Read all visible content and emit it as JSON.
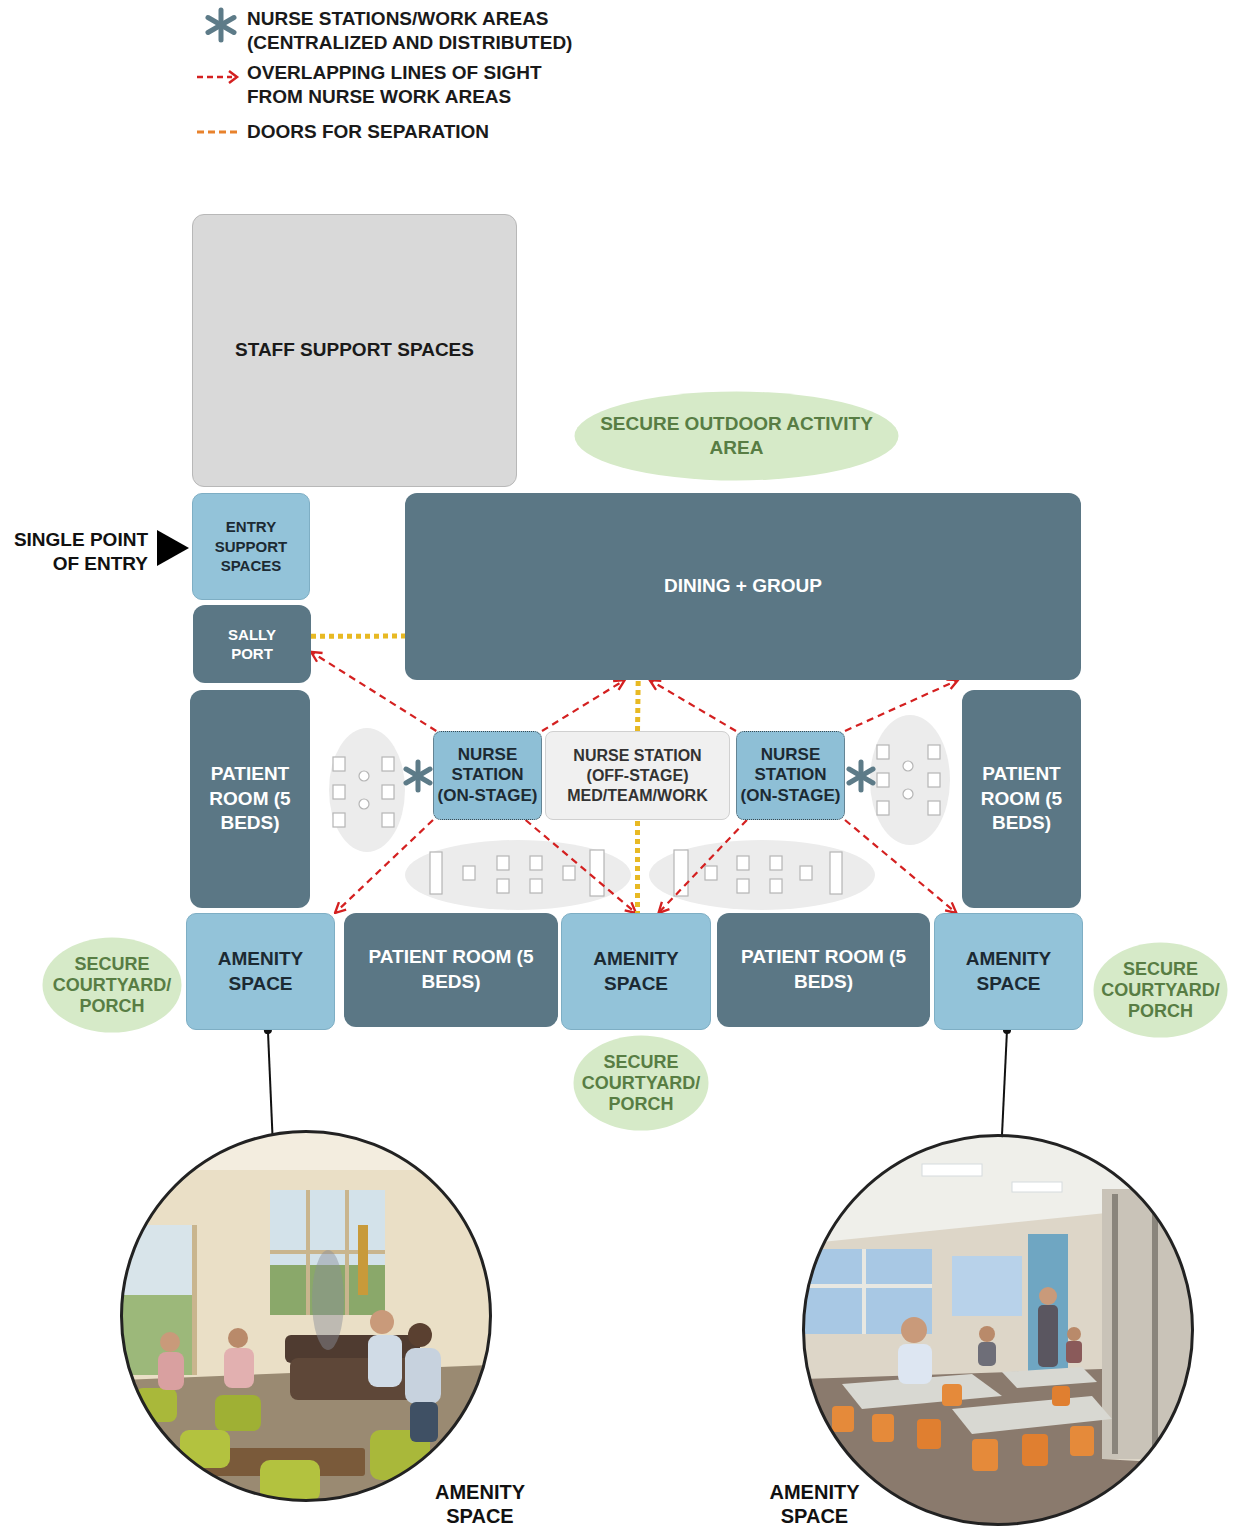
{
  "diagram": {
    "nodes": [
      {
        "text": [
          "STAFF SUPPORT SPACES"
        ]
      },
      {
        "text": [
          "SECURE OUTDOOR ACTIVITY AREA"
        ]
      },
      {
        "text": [
          "ENTRY SUPPORT SPACES"
        ]
      },
      {
        "text": [
          "DINING + GROUP"
        ]
      },
      {
        "text": [
          "SALLY PORT"
        ]
      },
      {
        "text": [
          "PATIENT ROOM (5 BEDS)"
        ]
      },
      {
        "text": [
          "NURSE STATION (ON-STAGE)"
        ]
      },
      {
        "text": [
          "NURSE STATION (OFF-STAGE) MED/TEAM/WORK"
        ]
      },
      {
        "text": [
          "NURSE STATION (ON-STAGE)"
        ]
      },
      {
        "text": [
          "PATIENT ROOM (5 BEDS)"
        ]
      },
      {
        "text": [
          "SECURE COURTYARD/ PORCH"
        ]
      },
      {
        "text": [
          "AMENITY SPACE"
        ]
      },
      {
        "text": [
          "PATIENT ROOM (5 BEDS)"
        ]
      },
      {
        "text": [
          "AMENITY SPACE"
        ]
      },
      {
        "text": [
          "PATIENT ROOM (5 BEDS)"
        ]
      },
      {
        "text": [
          "AMENITY SPACE"
        ]
      },
      {
        "text": [
          "SECURE COURTYARD/ PORCH"
        ]
      },
      {
        "text": [
          "SECURE COURTYARD/ PORCH"
        ]
      },
      {
        "text": [
          "AMENITY SPACE"
        ]
      },
      {
        "text": [
          "AMENITY SPACE"
        ]
      }
    ],
    "edges": [
      {
        "from": 6,
        "to": 4,
        "arrow": "to"
      },
      {
        "from": 6,
        "to": 3,
        "arrow": "to"
      },
      {
        "from": 8,
        "to": 3,
        "arrow": "to"
      },
      {
        "from": 8,
        "to": 3,
        "arrow": "to"
      },
      {
        "from": 6,
        "to": 11,
        "arrow": "to"
      },
      {
        "from": 6,
        "to": 13,
        "arrow": "to"
      },
      {
        "from": 8,
        "to": 13,
        "arrow": "to"
      },
      {
        "from": 8,
        "to": 15,
        "arrow": "to"
      },
      {
        "from": 4,
        "to": 3,
        "arrow": "none"
      },
      {
        "from": 7,
        "to": 3,
        "arrow": "none"
      },
      {
        "from": 7,
        "to": 13,
        "arrow": "none"
      },
      {
        "from": 11,
        "to": 18,
        "arrow": "none"
      },
      {
        "from": 15,
        "to": 19,
        "arrow": "none"
      }
    ],
    "labels": [
      "SINGLE POINT OF ENTRY"
    ],
    "legend": [
      {
        "text": "NURSE STATIONS/WORK AREAS (CENTRALIZED AND DISTRIBUTED)"
      },
      {
        "text": "OVERLAPPING LINES OF SIGHT FROM NURSE WORK AREAS"
      },
      {
        "text": "DOORS FOR SEPARATION"
      }
    ]
  }
}
